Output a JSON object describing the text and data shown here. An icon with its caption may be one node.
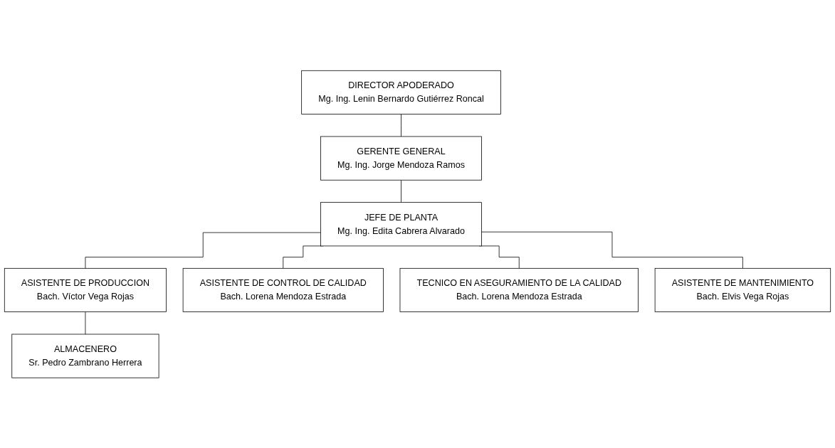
{
  "diagram": {
    "nodes": [
      {
        "text": [
          "DIRECTOR APODERADO",
          "Mg. Ing. Lenin Bernardo Gutiérrez Roncal"
        ]
      },
      {
        "text": [
          "GERENTE GENERAL",
          "Mg. Ing. Jorge Mendoza Ramos"
        ]
      },
      {
        "text": [
          "JEFE DE PLANTA",
          "Mg. Ing. Edita Cabrera Alvarado"
        ]
      },
      {
        "text": [
          "ASISTENTE DE PRODUCCION",
          "Bach. Víctor Vega Rojas"
        ]
      },
      {
        "text": [
          "ALMACENERO",
          "Sr. Pedro Zambrano Herrera"
        ]
      },
      {
        "text": [
          "ASISTENTE DE CONTROL DE CALIDAD",
          "Bach. Lorena Mendoza Estrada"
        ]
      },
      {
        "text": [
          "TECNICO EN ASEGURAMIENTO DE LA CALIDAD",
          "Bach. Lorena Mendoza Estrada"
        ]
      },
      {
        "text": [
          "ASISTENTE DE MANTENIMIENTO",
          "Bach. Elvis Vega Rojas"
        ]
      }
    ],
    "edges": [
      {
        "from": 0,
        "to": 1,
        "arrow": "none"
      },
      {
        "from": 1,
        "to": 2,
        "arrow": "none"
      },
      {
        "from": 2,
        "to": 3,
        "arrow": "none"
      },
      {
        "from": 3,
        "to": 4,
        "arrow": "none"
      },
      {
        "from": 2,
        "to": 5,
        "arrow": "none"
      },
      {
        "from": 2,
        "to": 6,
        "arrow": "none"
      },
      {
        "from": 2,
        "to": 7,
        "arrow": "none"
      }
    ]
  }
}
